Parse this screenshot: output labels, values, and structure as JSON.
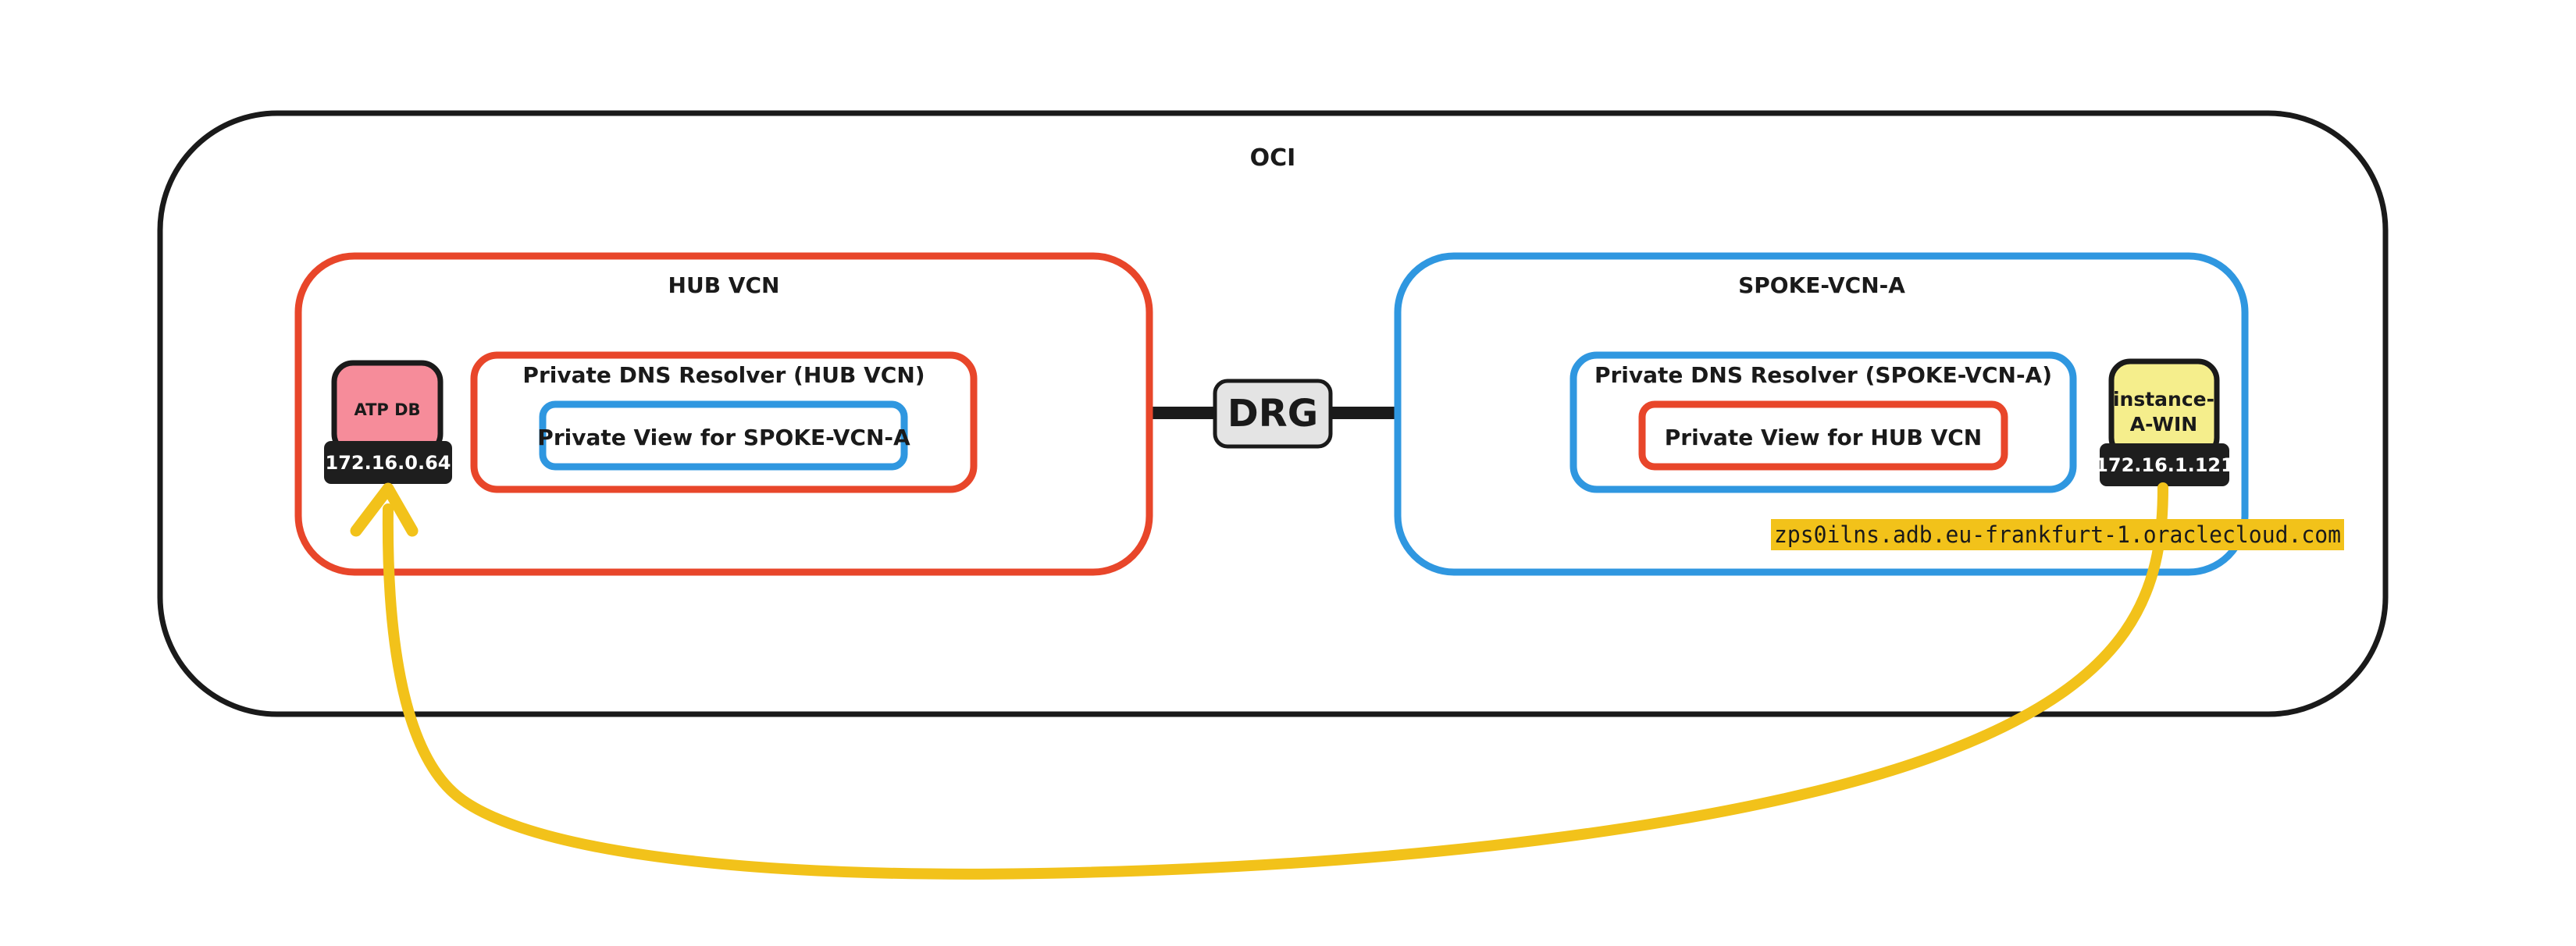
{
  "oci": {
    "title": "OCI"
  },
  "hub_vcn": {
    "title": "HUB VCN",
    "atp_db": {
      "label": "ATP DB",
      "ip": "172.16.0.64"
    },
    "resolver": {
      "title": "Private DNS Resolver (HUB VCN)",
      "view": "Private View for SPOKE-VCN-A"
    }
  },
  "drg": {
    "label": "DRG"
  },
  "spoke_vcn": {
    "title": "SPOKE-VCN-A",
    "instance": {
      "label_line1": "instance-",
      "label_line2": "A-WIN",
      "ip": "172.16.1.121"
    },
    "resolver": {
      "title": "Private DNS Resolver (SPOKE-VCN-A)",
      "view": "Private View for HUB VCN"
    }
  },
  "dns_query": {
    "hostname": "zps0ilns.adb.eu-frankfurt-1.oraclecloud.com"
  },
  "colors": {
    "outline": "#1a1a1a",
    "hub": "#e8462a",
    "spoke": "#2f97e0",
    "atp_fill": "#f68c9a",
    "instance_fill": "#f5ee8c",
    "ip_badge": "#1e1e1e",
    "drg_fill": "#e4e4e4",
    "arrow": "#f2c21a",
    "highlight": "#f2c21a"
  }
}
